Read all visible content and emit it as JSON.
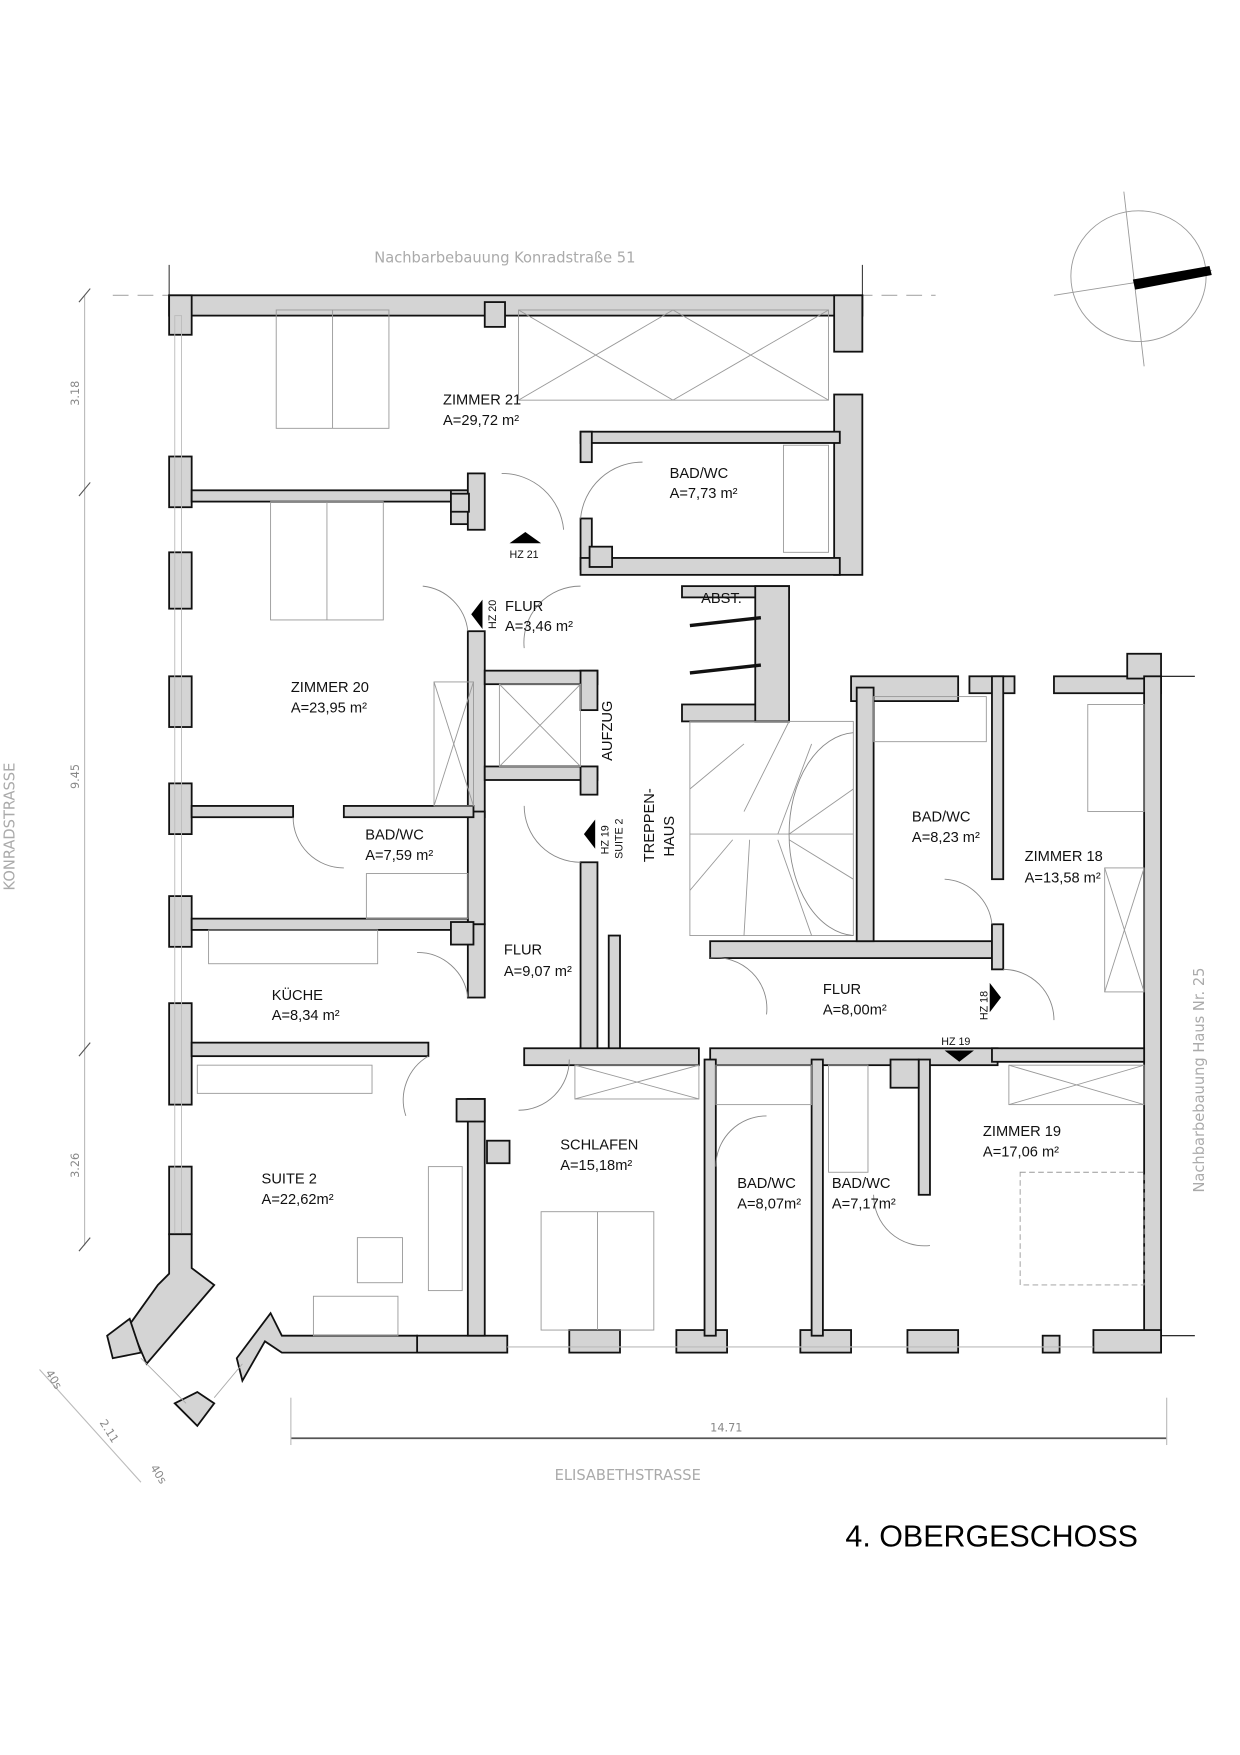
{
  "title": "4. OBERGESCHOSS",
  "streets": {
    "north": "Nachbarbebauung Konradstraße 51",
    "west": "KONRADSTRASSE",
    "east": "Nachbarbebauung Haus Nr. 25",
    "south": "ELISABETHSTRASSE"
  },
  "dimensions": {
    "left_top": "3.18",
    "left_mid": "9.45",
    "left_bottom": "3.26",
    "bottom": "14.71",
    "bay_side": "2.11",
    "bay_a": "40s",
    "bay_b": "40s"
  },
  "rooms": {
    "zimmer21": {
      "name": "ZIMMER 21",
      "area": "A=29,72 m²"
    },
    "bad21": {
      "name": "BAD/WC",
      "area": "A=7,73 m²"
    },
    "flur1": {
      "name": "FLUR",
      "area": "A=3,46 m²"
    },
    "abst": {
      "name": "ABST."
    },
    "zimmer20": {
      "name": "ZIMMER 20",
      "area": "A=23,95 m²"
    },
    "aufzug": {
      "name": "AUFZUG"
    },
    "treppenhaus": {
      "line1": "TREPPEN-",
      "line2": "HAUS"
    },
    "bad20": {
      "name": "BAD/WC",
      "area": "A=7,59 m²"
    },
    "bad18": {
      "name": "BAD/WC",
      "area": "A=8,23 m²"
    },
    "zimmer18": {
      "name": "ZIMMER 18",
      "area": "A=13,58 m²"
    },
    "flur2": {
      "name": "FLUR",
      "area": "A=9,07 m²"
    },
    "kueche": {
      "name": "KÜCHE",
      "area": "A=8,34 m²"
    },
    "flur3": {
      "name": "FLUR",
      "area": "A=8,00m²"
    },
    "schlafen": {
      "name": "SCHLAFEN",
      "area": "A=15,18m²"
    },
    "zimmer19": {
      "name": "ZIMMER 19",
      "area": "A=17,06 m²"
    },
    "suite2": {
      "name": "SUITE 2",
      "area": "A=22,62m²"
    },
    "bad_a": {
      "name": "BAD/WC",
      "area": "A=8,07m²"
    },
    "bad_b": {
      "name": "BAD/WC",
      "area": "A=7,17m²"
    }
  },
  "door_markers": {
    "hz21": "HZ 21",
    "hz20": "HZ 20",
    "hz19_suite": "HZ 19",
    "suite2": "SUITE 2",
    "hz18": "HZ 18",
    "hz19": "HZ 19"
  }
}
